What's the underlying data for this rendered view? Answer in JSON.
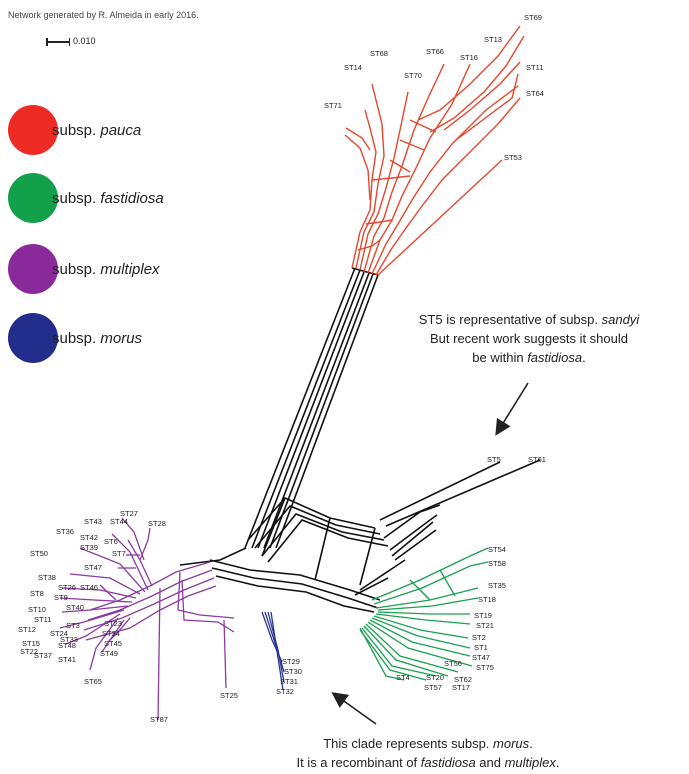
{
  "credit": "Network generated by R. Almeida in early 2016.",
  "scale_label": "0.010",
  "legend": [
    {
      "prefix": "subsp. ",
      "name": "pauca",
      "color": "#ee2a24"
    },
    {
      "prefix": "subsp. ",
      "name": "fastidiosa",
      "color": "#12a04b"
    },
    {
      "prefix": "subsp. ",
      "name": "multiplex",
      "color": "#8a2a9a"
    },
    {
      "prefix": "subsp. ",
      "name": "morus",
      "color": "#232e8c"
    }
  ],
  "annotation_top": {
    "line1": "ST5 is representative of subsp. ",
    "line1_em": "sandyi",
    "line2": "But recent work suggests it should",
    "line3": "be within ",
    "line3_em": "fastidiosa",
    "line3_end": "."
  },
  "annotation_bottom": {
    "line1_a": "This clade represents subsp. ",
    "line1_em": "morus",
    "line1_b": ".",
    "line2_a": "It is a recombinant of ",
    "line2_em1": "fastidiosa",
    "line2_b": " and ",
    "line2_em2": "multiplex",
    "line2_c": "."
  },
  "taxa": {
    "pauca": [
      "ST69",
      "ST68",
      "ST13",
      "ST66",
      "ST16",
      "ST14",
      "ST70",
      "ST11",
      "ST64",
      "ST71",
      "ST53"
    ],
    "sandyi": [
      "ST5",
      "ST61"
    ],
    "fastidiosa": [
      "ST54",
      "ST58",
      "ST35",
      "ST18",
      "ST19",
      "ST21",
      "ST2",
      "ST1",
      "ST47",
      "ST75",
      "ST4",
      "ST20",
      "ST62",
      "ST57",
      "ST17",
      "ST56"
    ],
    "morus": [
      "ST29",
      "ST30",
      "ST31",
      "ST32"
    ],
    "multiplex": [
      "ST27",
      "ST28",
      "ST43",
      "ST44",
      "ST36",
      "ST42",
      "ST39",
      "ST47",
      "ST50",
      "ST38",
      "ST26",
      "ST46",
      "ST23",
      "ST8",
      "ST9",
      "ST10",
      "ST11",
      "ST12",
      "ST15",
      "ST37",
      "ST22",
      "ST24",
      "ST34",
      "ST45",
      "ST49",
      "ST48",
      "ST33",
      "ST25",
      "ST87",
      "ST65",
      "ST41",
      "ST40",
      "ST7",
      "ST6",
      "ST3"
    ]
  }
}
